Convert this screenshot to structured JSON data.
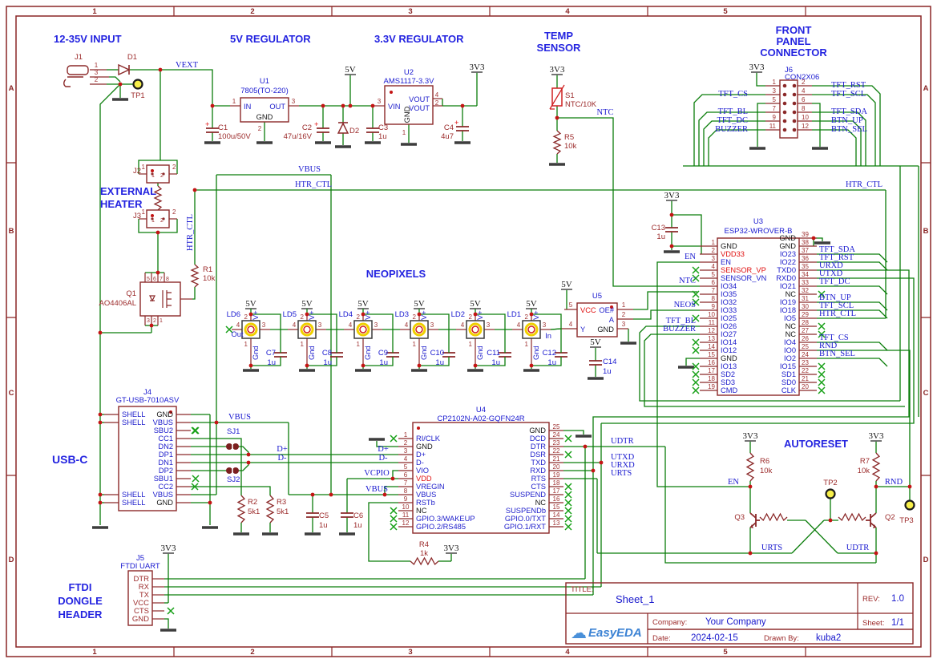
{
  "sections": {
    "input": "12-35V INPUT",
    "reg5": "5V REGULATOR",
    "reg33": "3.3V REGULATOR",
    "temp1": "TEMP",
    "temp2": "SENSOR",
    "fp1": "FRONT",
    "fp2": "PANEL",
    "fp3": "CONNECTOR",
    "heat1": "EXTERNAL",
    "heat2": "HEATER",
    "neo": "NEOPIXELS",
    "usbc": "USB-C",
    "autoreset": "AUTORESET",
    "ftdi1": "FTDI",
    "ftdi2": "DONGLE",
    "ftdi3": "HEADER"
  },
  "nets": {
    "vext": "VEXT",
    "vbus": "VBUS",
    "htr": "HTR_CTL",
    "ntc": "NTC",
    "en": "EN",
    "neos": "NEOS",
    "tftbl": "TFT_BL",
    "buzzer": "BUZZER",
    "tftcs": "TFT_CS",
    "tftdc": "TFT_DC",
    "tftrst": "TFT_RST",
    "tftscl": "TFT_SCL",
    "tftsda": "TFT_SDA",
    "btnup": "BTN_UP",
    "btnsel": "BTN_SEL",
    "urxd": "URXD",
    "utxd": "UTXD",
    "udtr": "UDTR",
    "urts": "URTS",
    "rnd": "RND",
    "dp": "D+",
    "dm": "D-",
    "vcpio": "VCPIO",
    "v5": "5V",
    "v33": "3V3"
  },
  "frame": {
    "cols": [
      "1",
      "2",
      "3",
      "4",
      "5"
    ],
    "rows": [
      "A",
      "B",
      "C",
      "D"
    ]
  },
  "parts": {
    "j1": {
      "ref": "J1",
      "nums": [
        "1",
        "3",
        "2"
      ]
    },
    "d1": {
      "ref": "D1"
    },
    "d2": {
      "ref": "D2"
    },
    "tp1": {
      "ref": "TP1"
    },
    "u1": {
      "ref": "U1",
      "val": "7805(TO-220)",
      "pins": [
        {
          "n": "1",
          "name": "IN"
        },
        {
          "n": "3",
          "name": "OUT"
        },
        {
          "n": "2",
          "name": "GND"
        }
      ]
    },
    "u2": {
      "ref": "U2",
      "val": "AMS1117-3.3V",
      "pins": [
        {
          "n": "3",
          "name": "VIN"
        },
        {
          "n": "4",
          "name": "VOUT"
        },
        {
          "n": "2",
          "name": "VOUT"
        },
        {
          "n": "1",
          "name": "GND"
        }
      ]
    },
    "c1": {
      "ref": "C1",
      "val": "100u/50V"
    },
    "c2": {
      "ref": "C2",
      "val": "47u/16V"
    },
    "c3": {
      "ref": "C3",
      "val": "1u"
    },
    "c4": {
      "ref": "C4",
      "val": "4u7"
    },
    "c5": {
      "ref": "C5",
      "val": "1u"
    },
    "c6": {
      "ref": "C6",
      "val": "1u"
    },
    "c13": {
      "ref": "C13",
      "val": "1u"
    },
    "c14": {
      "ref": "C14",
      "val": "1u"
    },
    "s1": {
      "ref": "S1",
      "val": "NTC/10K"
    },
    "r1": {
      "ref": "R1",
      "val": "10k"
    },
    "r2": {
      "ref": "R2",
      "val": "5k1"
    },
    "r3": {
      "ref": "R3",
      "val": "5k1"
    },
    "r4": {
      "ref": "R4",
      "val": "1k"
    },
    "r5": {
      "ref": "R5",
      "val": "10k"
    },
    "r6": {
      "ref": "R6",
      "val": "10k"
    },
    "r7": {
      "ref": "R7",
      "val": "10k"
    },
    "j2": {
      "ref": "J2",
      "nums": [
        "1",
        "2"
      ]
    },
    "j3": {
      "ref": "J3",
      "nums": [
        "1",
        "2"
      ]
    },
    "q1": {
      "ref": "Q1",
      "val": "AO4406AL",
      "top": [
        "5",
        "6",
        "7",
        "8"
      ],
      "bot": [
        "3",
        "2",
        "1"
      ]
    },
    "q2": {
      "ref": "Q2"
    },
    "q3": {
      "ref": "Q3"
    },
    "tp2": {
      "ref": "TP2"
    },
    "tp3": {
      "ref": "TP3"
    },
    "sj1": {
      "ref": "SJ1"
    },
    "sj2": {
      "ref": "SJ2"
    },
    "j6": {
      "ref": "J6",
      "val": "CON2X06",
      "lnums": [
        "1",
        "3",
        "5",
        "7",
        "9",
        "11"
      ],
      "rnums": [
        "2",
        "4",
        "6",
        "8",
        "10",
        "12"
      ],
      "lnets": [
        null,
        "tftcs",
        null,
        "tftbl",
        "tftdc",
        "buzzer"
      ],
      "rnets": [
        "tftrst",
        "tftscl",
        null,
        "tftsda",
        "btnup",
        "btnsel"
      ]
    },
    "j4": {
      "ref": "J4",
      "val": "GT-USB-7010ASV",
      "left": [
        "SHELL",
        "SHELL",
        "SHELL",
        "SHELL"
      ],
      "right": [
        {
          "name": "GND",
          "c": "k"
        },
        {
          "name": "VBUS"
        },
        {
          "name": "SBU2",
          "nc": true
        },
        {
          "name": "CC1"
        },
        {
          "name": "DN2"
        },
        {
          "name": "DP1"
        },
        {
          "name": "DN1"
        },
        {
          "name": "DP2"
        },
        {
          "name": "SBU1",
          "nc": true
        },
        {
          "name": "CC2"
        },
        {
          "name": "VBUS"
        },
        {
          "name": "GND",
          "c": "k"
        }
      ]
    },
    "j5": {
      "ref": "J5",
      "val": "FTDI UART",
      "pins": [
        {
          "name": "DTR"
        },
        {
          "name": "RX"
        },
        {
          "name": "TX"
        },
        {
          "name": "VCC"
        },
        {
          "name": "CTS",
          "nc": true
        },
        {
          "name": "GND"
        }
      ]
    },
    "u5": {
      "ref": "U5",
      "pins": [
        {
          "n": "5",
          "name": "VCC"
        },
        {
          "n": "4",
          "name": "Y"
        },
        {
          "n": "1",
          "name": "OE#"
        },
        {
          "n": "2",
          "name": "A"
        },
        {
          "n": "3",
          "name": "GND"
        }
      ]
    },
    "u3": {
      "ref": "U3",
      "val": "ESP32-WROVER-B",
      "left": [
        {
          "n": "1",
          "name": "GND",
          "c": "k"
        },
        {
          "n": "2",
          "name": "VDD33",
          "c": "r"
        },
        {
          "n": "3",
          "name": "EN",
          "net": "en"
        },
        {
          "n": "4",
          "name": "SENSOR_VP",
          "c": "r",
          "nc": true
        },
        {
          "n": "5",
          "name": "SENSOR_VN",
          "nc": true
        },
        {
          "n": "6",
          "name": "IO34",
          "net": "ntc"
        },
        {
          "n": "7",
          "name": "IO35",
          "nc": true
        },
        {
          "n": "8",
          "name": "IO32",
          "nc": true
        },
        {
          "n": "9",
          "name": "IO33",
          "net": "neos"
        },
        {
          "n": "10",
          "name": "IO25",
          "nc": true
        },
        {
          "n": "11",
          "name": "IO26",
          "net": "tftbl"
        },
        {
          "n": "12",
          "name": "IO27",
          "net": "buzzer"
        },
        {
          "n": "13",
          "name": "IO14",
          "nc": true
        },
        {
          "n": "14",
          "name": "IO12",
          "nc": true
        },
        {
          "n": "15",
          "name": "GND",
          "c": "k"
        },
        {
          "n": "16",
          "name": "IO13",
          "nc": true
        },
        {
          "n": "17",
          "name": "SD2",
          "nc": true
        },
        {
          "n": "18",
          "name": "SD3",
          "nc": true
        },
        {
          "n": "19",
          "name": "CMD",
          "nc": true
        }
      ],
      "right": [
        {
          "n": "39",
          "name": "GND",
          "c": "k"
        },
        {
          "n": "38",
          "name": "GND",
          "c": "k"
        },
        {
          "n": "37",
          "name": "IO23",
          "net": "tftsda"
        },
        {
          "n": "36",
          "name": "IO22",
          "net": "tftrst"
        },
        {
          "n": "35",
          "name": "TXD0",
          "net": "urxd"
        },
        {
          "n": "34",
          "name": "RXD0",
          "net": "utxd"
        },
        {
          "n": "33",
          "name": "IO21",
          "net": "tftdc"
        },
        {
          "n": "32",
          "name": "NC",
          "c": "k",
          "nc": true
        },
        {
          "n": "31",
          "name": "IO19",
          "net": "btnup"
        },
        {
          "n": "30",
          "name": "IO18",
          "net": "tftscl"
        },
        {
          "n": "29",
          "name": "IO5",
          "net": "htr"
        },
        {
          "n": "28",
          "name": "NC",
          "c": "k",
          "nc": true
        },
        {
          "n": "27",
          "name": "NC",
          "c": "k",
          "nc": true
        },
        {
          "n": "26",
          "name": "IO4",
          "net": "tftcs"
        },
        {
          "n": "25",
          "name": "IO0",
          "net": "rnd"
        },
        {
          "n": "24",
          "name": "IO2",
          "net": "btnsel"
        },
        {
          "n": "23",
          "name": "IO15",
          "nc": true
        },
        {
          "n": "22",
          "name": "SD1",
          "nc": true
        },
        {
          "n": "21",
          "name": "SD0",
          "nc": true
        },
        {
          "n": "20",
          "name": "CLK",
          "nc": true
        }
      ]
    },
    "u4": {
      "ref": "U4",
      "val": "CP2102N-A02-GQFN24R",
      "left": [
        {
          "n": "1",
          "name": "RI/CLK",
          "nc": true
        },
        {
          "n": "2",
          "name": "GND",
          "c": "k"
        },
        {
          "n": "3",
          "name": "D+"
        },
        {
          "n": "4",
          "name": "D-"
        },
        {
          "n": "5",
          "name": "VIO"
        },
        {
          "n": "6",
          "name": "VDD",
          "c": "r"
        },
        {
          "n": "7",
          "name": "VREGIN"
        },
        {
          "n": "8",
          "name": "VBUS"
        },
        {
          "n": "9",
          "name": "RSTb"
        },
        {
          "n": "10",
          "name": "NC",
          "c": "k",
          "nc": true
        },
        {
          "n": "11",
          "name": "GPIO.3/WAKEUP",
          "nc": true
        },
        {
          "n": "12",
          "name": "GPIO.2/RS485",
          "nc": true
        }
      ],
      "right": [
        {
          "n": "25",
          "name": "GND",
          "c": "k"
        },
        {
          "n": "24",
          "name": "DCD",
          "nc": true
        },
        {
          "n": "23",
          "name": "DTR",
          "net": "udtr"
        },
        {
          "n": "22",
          "name": "DSR",
          "nc": true
        },
        {
          "n": "21",
          "name": "TXD",
          "net": "utxd"
        },
        {
          "n": "20",
          "name": "RXD",
          "net": "urxd"
        },
        {
          "n": "19",
          "name": "RTS",
          "net": "urts"
        },
        {
          "n": "18",
          "name": "CTS",
          "nc": true
        },
        {
          "n": "17",
          "name": "SUSPEND",
          "nc": true
        },
        {
          "n": "16",
          "name": "NC",
          "c": "k",
          "nc": true
        },
        {
          "n": "15",
          "name": "SUSPENDb",
          "nc": true
        },
        {
          "n": "14",
          "name": "GPIO.0/TXT",
          "nc": true
        },
        {
          "n": "13",
          "name": "GPIO.1/RXT",
          "nc": true
        }
      ]
    },
    "leds": [
      {
        "ref": "LD6"
      },
      {
        "ref": "LD5"
      },
      {
        "ref": "LD4"
      },
      {
        "ref": "LD3"
      },
      {
        "ref": "LD2"
      },
      {
        "ref": "LD1"
      }
    ],
    "ledcaps": [
      {
        "ref": "C7",
        "val": "1u"
      },
      {
        "ref": "C8",
        "val": "1u"
      },
      {
        "ref": "C9",
        "val": "1u"
      },
      {
        "ref": "C10",
        "val": "1u"
      },
      {
        "ref": "C11",
        "val": "1u"
      },
      {
        "ref": "C12",
        "val": "1u"
      }
    ],
    "led_pins": {
      "vp": "V+",
      "gnd": "Gnd",
      "out": "Out",
      "in": "In",
      "n1": "1",
      "n2": "2",
      "n3": "3",
      "n4": "4"
    }
  },
  "title_block": {
    "title_label": "TITLE:",
    "title": "Sheet_1",
    "rev_label": "REV:",
    "rev": "1.0",
    "company_label": "Company:",
    "company": "Your Company",
    "sheet_label": "Sheet:",
    "sheet": "1/1",
    "date_label": "Date:",
    "date": "2024-02-15",
    "drawn_label": "Drawn By:",
    "drawn_by": "kuba2",
    "logo": "EasyEDA",
    "cloud_icon": "☁"
  },
  "colors": {
    "wire": "#0a7d0a",
    "part": "#8b2929",
    "net_blue": "#1919cf",
    "power_red": "#e01212",
    "junction": "#c41414",
    "frame": "#8a2626",
    "testpoint_fill": "#f7ef4a",
    "led_ring": "#f0d000"
  }
}
